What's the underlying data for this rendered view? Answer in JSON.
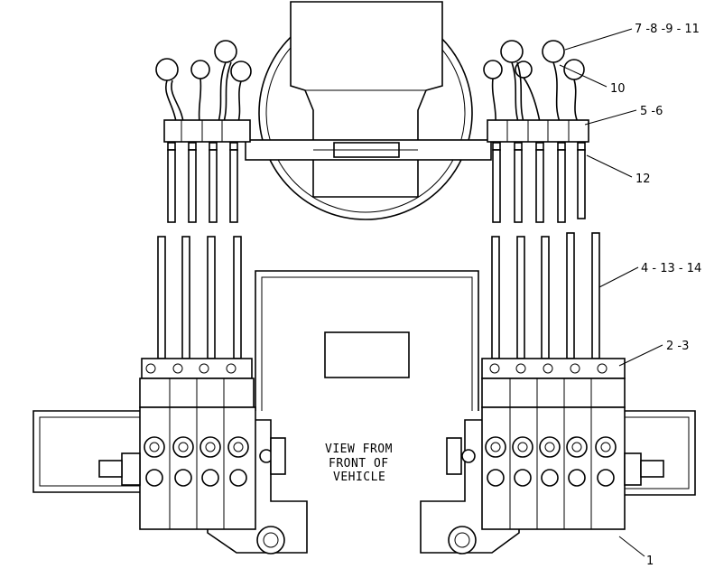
{
  "callouts": {
    "c1": "7 -8 -9 - 11",
    "c2": "10",
    "c3": "5 -6",
    "c4": "12",
    "c5": "4 - 13 - 14",
    "c6": "2 -3",
    "c7": "1"
  },
  "view_note": {
    "line1": "VIEW FROM",
    "line2": "FRONT OF",
    "line3": "VEHICLE"
  }
}
